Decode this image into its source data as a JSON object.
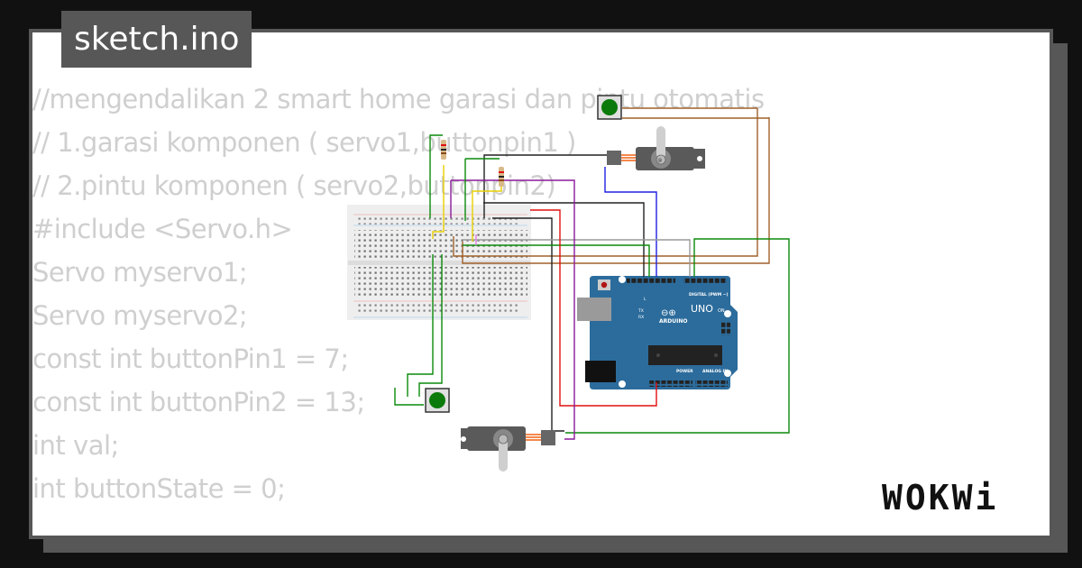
{
  "header": {
    "filename": "sketch.ino"
  },
  "code": {
    "lines": [
      "//mengendalikan 2 smart home garasi dan pintu otomatis",
      "// 1.garasi komponen ( servo1,buttonpin1 )",
      "// 2.pintu komponen ( servo2,buttonpin2)",
      "#include <Servo.h>",
      "Servo myservo1;",
      "Servo myservo2;",
      "const int buttonPin1 = 7;",
      "const int buttonPin2 = 13;",
      "int val;",
      "int buttonState = 0;"
    ]
  },
  "circuit": {
    "board": {
      "name": "UNO",
      "brand": "ARDUINO",
      "digital_label": "DIGITAL (PWM ~)",
      "power_label": "POWER",
      "analog_label": "ANALOG IN",
      "on_label": "ON",
      "tx_label": "TX",
      "rx_label": "RX",
      "l_label": "L"
    },
    "components": [
      "breadboard",
      "resistor-1",
      "resistor-2",
      "pushbutton-1",
      "pushbutton-2",
      "servo-1",
      "servo-2"
    ],
    "colors": {
      "board": "#2c6c9c",
      "button": "#0a7a0a",
      "servo": "#5a5a5a"
    }
  },
  "brand": {
    "logo": "WOKWi"
  }
}
